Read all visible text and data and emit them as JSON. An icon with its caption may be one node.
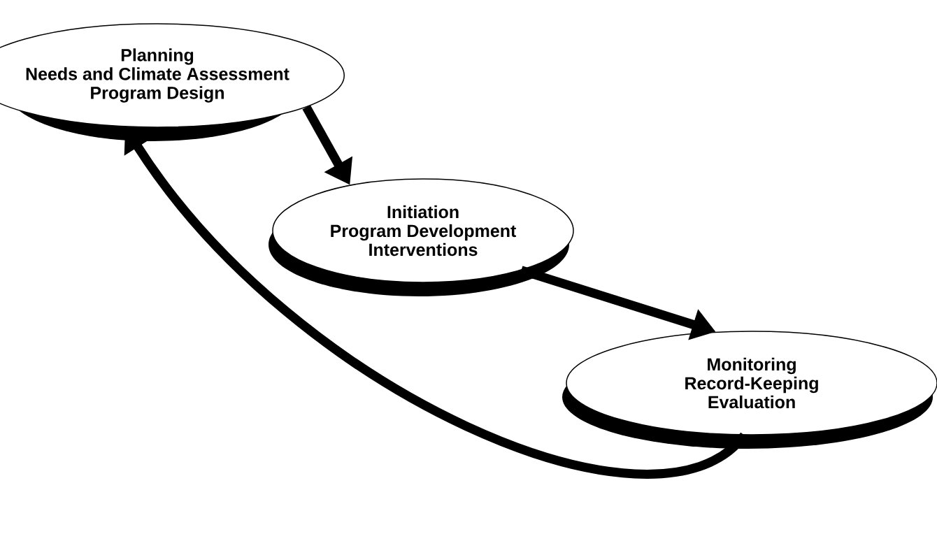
{
  "diagram": {
    "nodes": [
      {
        "text": [
          "Planning",
          "Needs and Climate Assessment",
          "Program Design"
        ]
      },
      {
        "text": [
          "Initiation",
          "Program Development",
          "Interventions"
        ]
      },
      {
        "text": [
          "Monitoring",
          "Record-Keeping",
          "Evaluation"
        ]
      }
    ],
    "edges": [
      {
        "from": 0,
        "to": 1,
        "arrow": "to"
      },
      {
        "from": 1,
        "to": 2,
        "arrow": "to"
      },
      {
        "from": 2,
        "to": 0,
        "arrow": "to"
      }
    ]
  }
}
